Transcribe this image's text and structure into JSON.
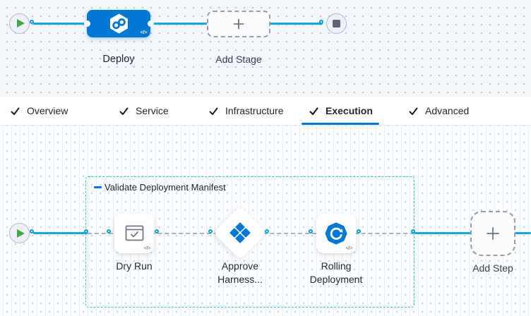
{
  "stage_flow": {
    "stage_label": "Deploy",
    "add_stage_label": "Add Stage",
    "yaml_badge": "</>"
  },
  "tabs": {
    "items": [
      {
        "label": "Overview",
        "checked": true
      },
      {
        "label": "Service",
        "checked": true
      },
      {
        "label": "Infrastructure",
        "checked": true
      },
      {
        "label": "Execution",
        "checked": true
      },
      {
        "label": "Advanced",
        "checked": true
      }
    ],
    "active": "Execution"
  },
  "execution": {
    "step_group_label": "Validate Deployment Manifest",
    "steps": [
      {
        "label": "Dry Run"
      },
      {
        "label": "Approve Harness..."
      },
      {
        "label": "Rolling Deployment"
      }
    ],
    "add_step_label": "Add Step"
  },
  "colors": {
    "accent_blue": "#0278d5",
    "connector_blue": "#18a6e3",
    "step_group_border": "#38c5dc",
    "play_green": "#42a846"
  }
}
